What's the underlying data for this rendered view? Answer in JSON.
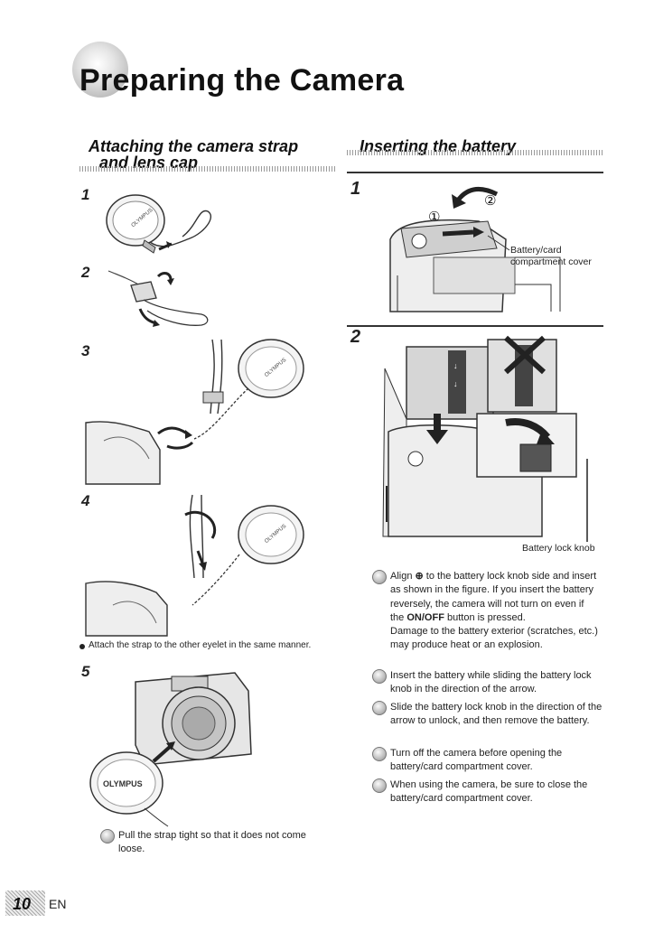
{
  "header": {
    "title": "Preparing the Camera"
  },
  "left": {
    "title_line1": "Attaching the camera strap",
    "title_line2": "and lens cap",
    "steps": [
      "1",
      "2",
      "3",
      "4",
      "5"
    ],
    "step4_note": "Attach the strap to the other eyelet in the same manner.",
    "tip": "Pull the strap tight so that it does not come loose.",
    "lens_cap_brand": "OLYMPUS"
  },
  "right": {
    "title": "Inserting the battery",
    "steps": [
      "1",
      "2"
    ],
    "marker1": "①",
    "marker2": "②",
    "cover_callout": "Battery/card\ncompartment cover",
    "knob_callout": "Battery lock knob",
    "notes": {
      "n1_pre": "Align ",
      "n1_symbol": "⊕",
      "n1_mid": " to the battery lock knob side and insert as shown in the figure. If you insert the battery reversely, the camera will not turn on even if the ",
      "n1_bold": "ON/OFF",
      "n1_post": " button is pressed.",
      "n1_line2": "Damage to the battery exterior (scratches, etc.) may produce heat or an explosion.",
      "n2": "Insert the battery while sliding the battery lock knob in the direction of the arrow.",
      "n3": "Slide the battery lock knob in the direction of the arrow to unlock, and then remove the battery.",
      "n4": "Turn off the camera before opening the battery/card compartment cover.",
      "n5": "When using the camera, be sure to close the battery/card compartment cover."
    }
  },
  "footer": {
    "page": "10",
    "lang": "EN"
  }
}
